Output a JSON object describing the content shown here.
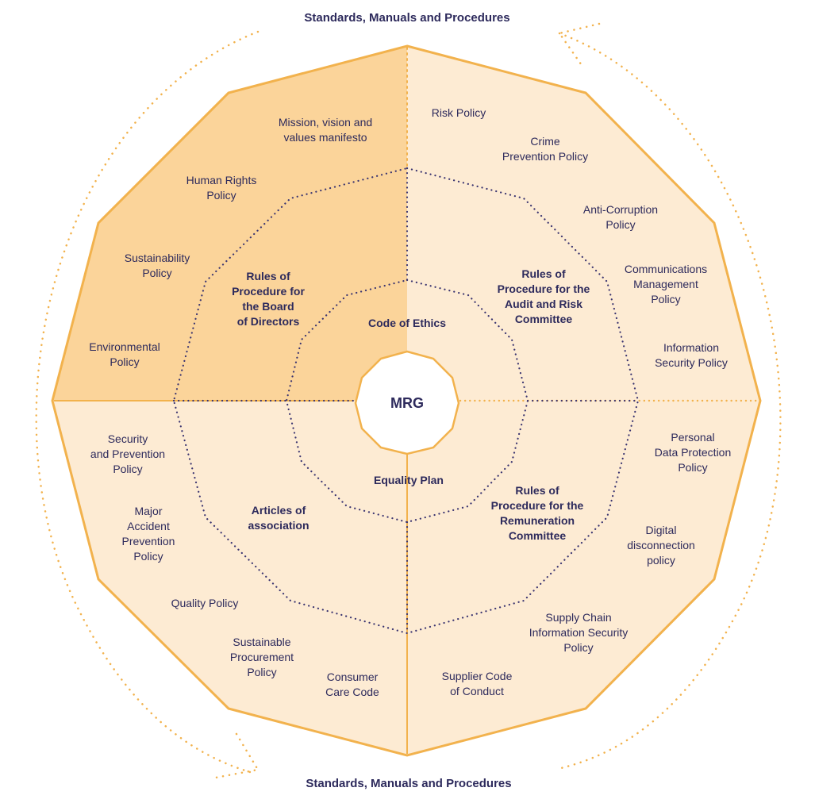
{
  "diagram": {
    "top_caption": "Standards, Manuals and Procedures",
    "bottom_caption": "Standards, Manuals and Procedures",
    "center": "MRG",
    "inner_ring": {
      "top": "Code of Ethics",
      "bottom": "Equality Plan"
    },
    "middle_ring": {
      "top_left": [
        "Rules of",
        "Procedure for",
        "the Board",
        "of Directors"
      ],
      "top_right": [
        "Rules of",
        "Procedure for the",
        "Audit and Risk",
        "Committee"
      ],
      "bottom_left": [
        "Articles of",
        "association"
      ],
      "bottom_right": [
        "Rules of",
        "Procedure for the",
        "Remuneration",
        "Committee"
      ]
    },
    "policies": {
      "mission": [
        "Mission, vision and",
        "values manifesto"
      ],
      "human_rights": [
        "Human Rights",
        "Policy"
      ],
      "sustainability": [
        "Sustainability",
        "Policy"
      ],
      "environmental": [
        "Environmental",
        "Policy"
      ],
      "risk": [
        "Risk Policy"
      ],
      "crime": [
        "Crime",
        "Prevention Policy"
      ],
      "anti_corruption": [
        "Anti-Corruption",
        "Policy"
      ],
      "communications": [
        "Communications",
        "Management",
        "Policy"
      ],
      "information_security": [
        "Information",
        "Security Policy"
      ],
      "personal_data": [
        "Personal",
        "Data Protection",
        "Policy"
      ],
      "digital_disconnection": [
        "Digital",
        "disconnection",
        "policy"
      ],
      "supply_chain": [
        "Supply Chain",
        "Information Security",
        "Policy"
      ],
      "supplier_code": [
        "Supplier Code",
        "of Conduct"
      ],
      "consumer_care": [
        "Consumer",
        "Care Code"
      ],
      "sustainable_procurement": [
        "Sustainable",
        "Procurement",
        "Policy"
      ],
      "quality": [
        "Quality Policy"
      ],
      "major_accident": [
        "Major",
        "Accident",
        "Prevention",
        "Policy"
      ],
      "security_prevention": [
        "Security",
        "and Prevention",
        "Policy"
      ]
    },
    "colors": {
      "dark_fill": "#fbd49a",
      "light_fill": "#fdebd3",
      "outline": "#f2b24d",
      "text": "#2d2a5c",
      "dots": "#3a3470"
    }
  }
}
